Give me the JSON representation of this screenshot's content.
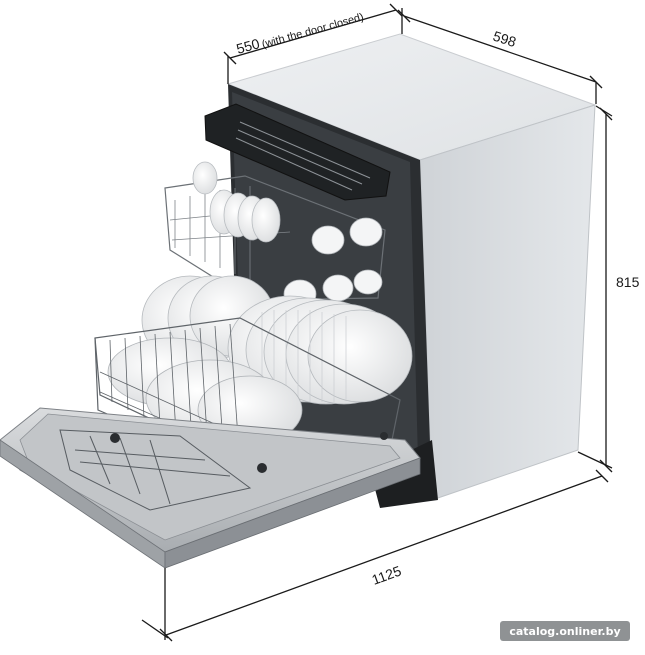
{
  "figure": {
    "dimensions": {
      "depth_closed": "550",
      "depth_closed_note": "(with the door closed)",
      "width": "598",
      "height": "815",
      "depth_open": "1125"
    },
    "watermark": "catalog.onliner.by"
  }
}
